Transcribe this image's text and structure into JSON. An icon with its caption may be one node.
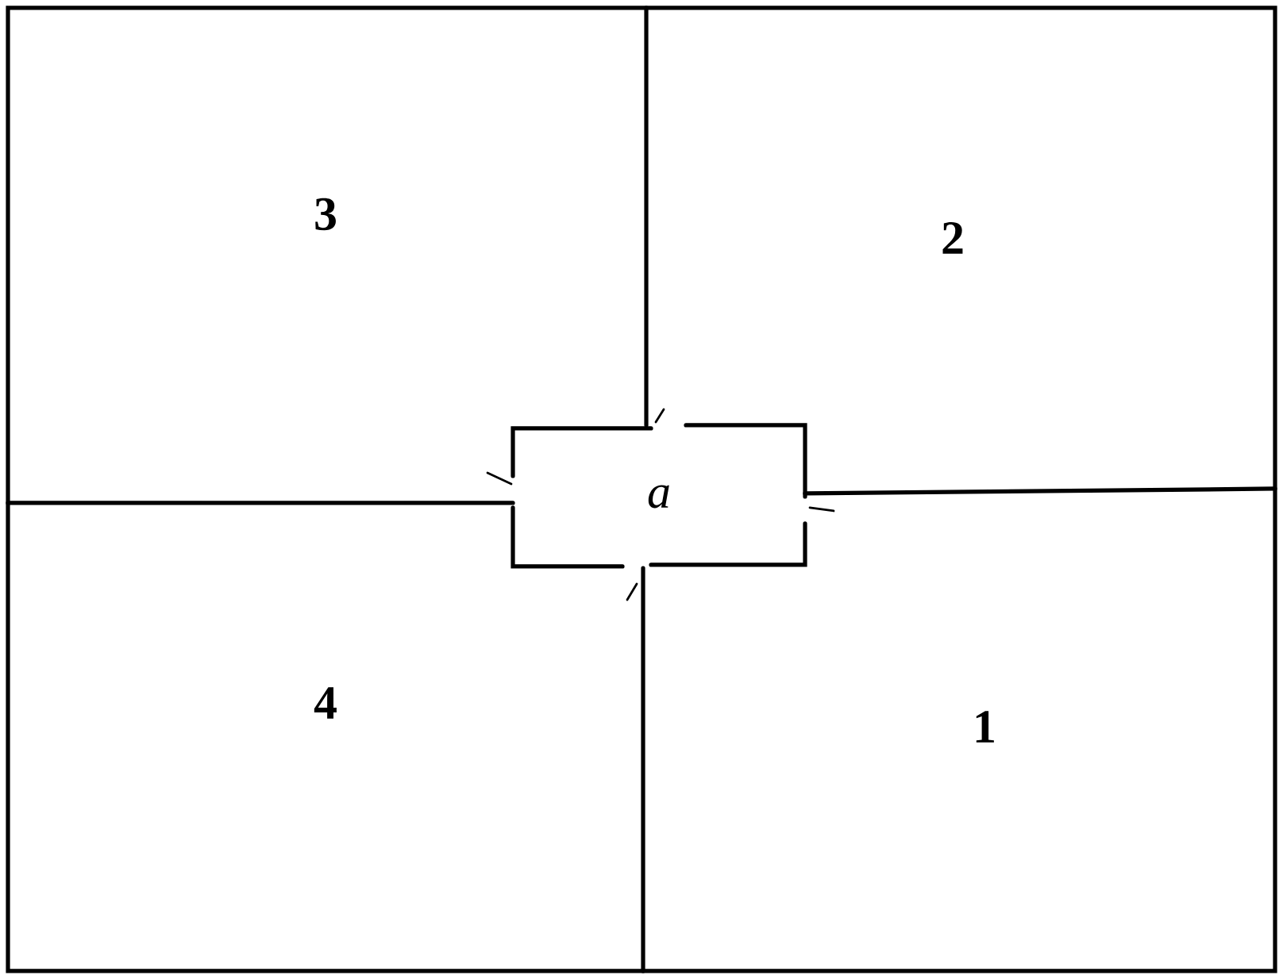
{
  "diagram": {
    "nodes": [
      {
        "text": [
          "a"
        ]
      }
    ],
    "labels": [
      "3",
      "2",
      "4",
      "1"
    ]
  }
}
